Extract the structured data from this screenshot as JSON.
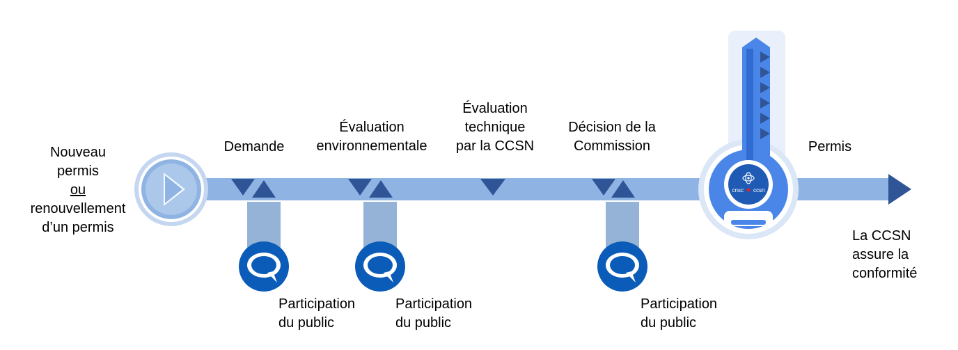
{
  "start": {
    "line1": "Nouveau",
    "line2": "permis",
    "line3": "ou",
    "line4": "renouvellement",
    "line5": "d’un permis"
  },
  "steps": {
    "demande": "Demande",
    "eval_env_1": "Évaluation",
    "eval_env_2": "environnementale",
    "eval_tech_1": "Évaluation",
    "eval_tech_2": "technique",
    "eval_tech_3": "par la CCSN",
    "decision_1": "Décision de la",
    "decision_2": "Commission",
    "permis": "Permis"
  },
  "participation": {
    "line1": "Participation",
    "line2": "du public"
  },
  "compliance": {
    "line1": "La CCSN",
    "line2": "assure la",
    "line3": "conformité"
  },
  "logo": {
    "left": "cnsc",
    "right": "ccsn"
  },
  "colors": {
    "arrow": "#8fb4e3",
    "marker": "#2f5597",
    "bubble": "#0a5cb8",
    "stem": "#95b3d7",
    "key": "#4a86e8",
    "key_outline": "#c9daf5"
  }
}
